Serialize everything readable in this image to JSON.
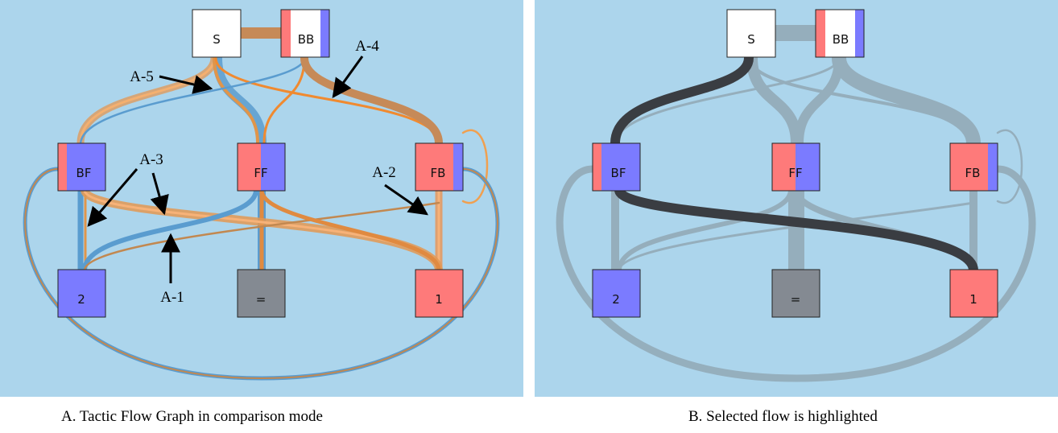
{
  "colors": {
    "background": "#acd5ec",
    "offense_red": "#fe7a7a",
    "defense_blue": "#7b7bff",
    "neutral_gray": "#848a92",
    "flow_orange": "#f08a30",
    "flow_blue": "#5a9ccf",
    "flow_gray": "#8ea2ad",
    "highlight_dark": "#3a3d42"
  },
  "panel_a": {
    "nodes": {
      "s": "S",
      "bb": "BB",
      "bf": "BF",
      "ff": "FF",
      "fb": "FB",
      "n2": "2",
      "eq": "=",
      "n1": "1"
    },
    "annotations": {
      "a1": "A-1",
      "a2": "A-2",
      "a3": "A-3",
      "a4": "A-4",
      "a5": "A-5"
    },
    "caption": "A. Tactic Flow Graph in comparison mode"
  },
  "panel_b": {
    "nodes": {
      "s": "S",
      "bb": "BB",
      "bf": "BF",
      "ff": "FF",
      "fb": "FB",
      "n2": "2",
      "eq": "=",
      "n1": "1"
    },
    "caption": "B. Selected flow is highlighted"
  }
}
